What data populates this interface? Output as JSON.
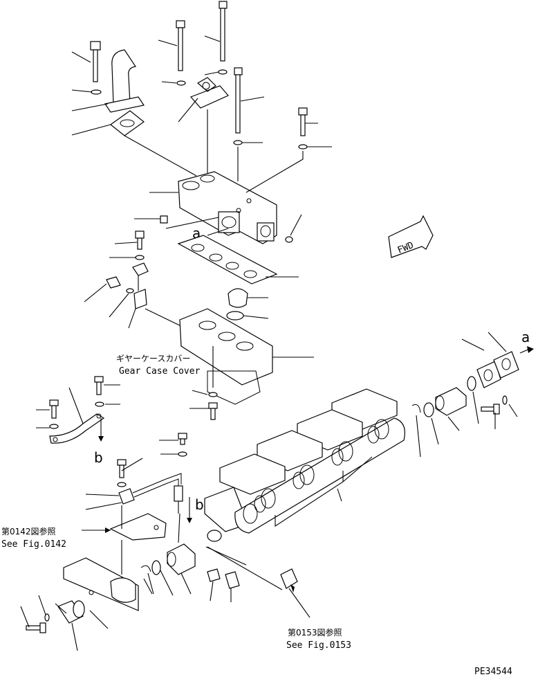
{
  "diagram": {
    "label_gear_case_cover_jp": "ギヤーケースカバー",
    "label_gear_case_cover_en": "Gear Case Cover",
    "callout_a_top": "a",
    "callout_a_right": "a",
    "callout_b_left": "b",
    "callout_b_mid": "b",
    "fwd_label": "FWD",
    "ref_fig0142_jp": "第0142図参照",
    "ref_fig0142_en": "See Fig.0142",
    "ref_fig0153_jp": "第0153図参照",
    "ref_fig0153_en": "See Fig.0153",
    "drawing_number": "PE34544"
  },
  "icons": {
    "fwd_arrow": "forward-direction-arrow-icon",
    "down_arrow": "down-arrow-icon",
    "right_arrow": "right-arrow-icon"
  }
}
